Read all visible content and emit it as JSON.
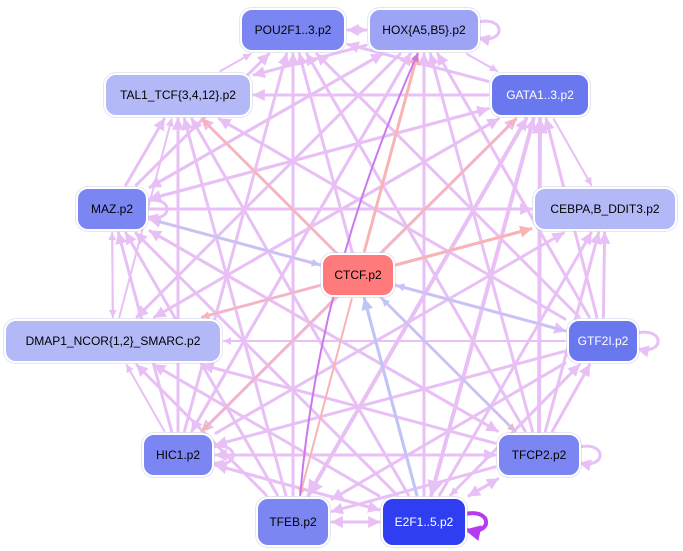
{
  "nodes": [
    {
      "id": "pou2f1",
      "label": "POU2F1..3.p2",
      "fill": "#7b86f2",
      "text": "#000000"
    },
    {
      "id": "hox",
      "label": "HOX{A5,B5}.p2",
      "fill": "#9da4f5",
      "text": "#000000"
    },
    {
      "id": "tal1",
      "label": "TAL1_TCF{3,4,12}.p2",
      "fill": "#b3b8f7",
      "text": "#000000"
    },
    {
      "id": "gata1",
      "label": "GATA1..3.p2",
      "fill": "#6a78f0",
      "text": "#ffffff"
    },
    {
      "id": "maz",
      "label": "MAZ.p2",
      "fill": "#7b86f2",
      "text": "#000000"
    },
    {
      "id": "cebpa",
      "label": "CEBPA,B_DDIT3.p2",
      "fill": "#b3b8f7",
      "text": "#000000"
    },
    {
      "id": "ctcf",
      "label": "CTCF.p2",
      "fill": "#ff7a7a",
      "text": "#000000"
    },
    {
      "id": "dmap1",
      "label": "DMAP1_NCOR{1,2}_SMARC.p2",
      "fill": "#b3b8f7",
      "text": "#000000"
    },
    {
      "id": "gtf2i",
      "label": "GTF2I.p2",
      "fill": "#6a78f0",
      "text": "#ffffff"
    },
    {
      "id": "hic1",
      "label": "HIC1.p2",
      "fill": "#7b86f2",
      "text": "#000000"
    },
    {
      "id": "tfcp2",
      "label": "TFCP2.p2",
      "fill": "#7b86f2",
      "text": "#000000"
    },
    {
      "id": "tfeb",
      "label": "TFEB.p2",
      "fill": "#7b86f2",
      "text": "#000000"
    },
    {
      "id": "e2f1",
      "label": "E2F1..5.p2",
      "fill": "#2f3ef0",
      "text": "#ffffff"
    }
  ],
  "colors": {
    "edge_pink": "#e8c0f5",
    "edge_salmon": "#f8b4b4",
    "edge_blue": "#bfc6f5",
    "edge_violet": "#cc77ee",
    "self_loop": "#b63cf0"
  },
  "edges": [
    {
      "from": "hox",
      "to": "pou2f1",
      "color": "edge_pink",
      "w": 3
    },
    {
      "from": "pou2f1",
      "to": "hox",
      "color": "edge_pink",
      "w": 2
    },
    {
      "from": "gata1",
      "to": "tal1",
      "color": "edge_pink",
      "w": 3
    },
    {
      "from": "gata1",
      "to": "pou2f1",
      "color": "edge_pink",
      "w": 3
    },
    {
      "from": "gata1",
      "to": "maz",
      "color": "edge_pink",
      "w": 3
    },
    {
      "from": "gata1",
      "to": "dmap1",
      "color": "edge_pink",
      "w": 3
    },
    {
      "from": "gata1",
      "to": "hic1",
      "color": "edge_pink",
      "w": 3
    },
    {
      "from": "gata1",
      "to": "tfeb",
      "color": "edge_pink",
      "w": 4
    },
    {
      "from": "gata1",
      "to": "e2f1",
      "color": "edge_pink",
      "w": 4
    },
    {
      "from": "gata1",
      "to": "cebpa",
      "color": "edge_pink",
      "w": 2
    },
    {
      "from": "hox",
      "to": "gata1",
      "color": "edge_pink",
      "w": 2
    },
    {
      "from": "hox",
      "to": "tal1",
      "color": "edge_pink",
      "w": 3
    },
    {
      "from": "hox",
      "to": "maz",
      "color": "edge_pink",
      "w": 3
    },
    {
      "from": "hox",
      "to": "dmap1",
      "color": "edge_pink",
      "w": 3
    },
    {
      "from": "hox",
      "to": "hic1",
      "color": "edge_pink",
      "w": 3
    },
    {
      "from": "tal1",
      "to": "pou2f1",
      "color": "edge_pink",
      "w": 2
    },
    {
      "from": "maz",
      "to": "tal1",
      "color": "edge_pink",
      "w": 3
    },
    {
      "from": "maz",
      "to": "pou2f1",
      "color": "edge_pink",
      "w": 3
    },
    {
      "from": "maz",
      "to": "hox",
      "color": "edge_pink",
      "w": 3
    },
    {
      "from": "maz",
      "to": "cebpa",
      "color": "edge_pink",
      "w": 3
    },
    {
      "from": "maz",
      "to": "gtf2i",
      "color": "edge_pink",
      "w": 3
    },
    {
      "from": "maz",
      "to": "tfcp2",
      "color": "edge_pink",
      "w": 3
    },
    {
      "from": "maz",
      "to": "dmap1",
      "color": "edge_pink",
      "w": 2
    },
    {
      "from": "maz",
      "to": "gata1",
      "color": "edge_pink",
      "w": 3
    },
    {
      "from": "dmap1",
      "to": "tal1",
      "color": "edge_pink",
      "w": 2
    },
    {
      "from": "dmap1",
      "to": "maz",
      "color": "edge_pink",
      "w": 2
    },
    {
      "from": "dmap1",
      "to": "cebpa",
      "color": "edge_pink",
      "w": 3
    },
    {
      "from": "dmap1",
      "to": "gata1",
      "color": "edge_pink",
      "w": 3
    },
    {
      "from": "gtf2i",
      "to": "dmap1",
      "color": "edge_pink",
      "w": 2
    },
    {
      "from": "gtf2i",
      "to": "cebpa",
      "color": "edge_pink",
      "w": 3
    },
    {
      "from": "gtf2i",
      "to": "gata1",
      "color": "edge_pink",
      "w": 3
    },
    {
      "from": "gtf2i",
      "to": "hox",
      "color": "edge_pink",
      "w": 3
    },
    {
      "from": "gtf2i",
      "to": "pou2f1",
      "color": "edge_pink",
      "w": 3
    },
    {
      "from": "gtf2i",
      "to": "tal1",
      "color": "edge_pink",
      "w": 3
    },
    {
      "from": "gtf2i",
      "to": "hic1",
      "color": "edge_pink",
      "w": 3
    },
    {
      "from": "gtf2i",
      "to": "tfeb",
      "color": "edge_pink",
      "w": 3
    },
    {
      "from": "gtf2i",
      "to": "e2f1",
      "color": "edge_pink",
      "w": 2
    },
    {
      "from": "gtf2i",
      "to": "maz",
      "color": "edge_pink",
      "w": 3
    },
    {
      "from": "tfcp2",
      "to": "gtf2i",
      "color": "edge_pink",
      "w": 3
    },
    {
      "from": "tfcp2",
      "to": "cebpa",
      "color": "edge_pink",
      "w": 3
    },
    {
      "from": "tfcp2",
      "to": "gata1",
      "color": "edge_pink",
      "w": 4
    },
    {
      "from": "tfcp2",
      "to": "hox",
      "color": "edge_pink",
      "w": 3
    },
    {
      "from": "tfcp2",
      "to": "pou2f1",
      "color": "edge_pink",
      "w": 3
    },
    {
      "from": "tfcp2",
      "to": "tal1",
      "color": "edge_pink",
      "w": 3
    },
    {
      "from": "tfcp2",
      "to": "maz",
      "color": "edge_pink",
      "w": 3
    },
    {
      "from": "tfcp2",
      "to": "dmap1",
      "color": "edge_pink",
      "w": 3
    },
    {
      "from": "tfcp2",
      "to": "hic1",
      "color": "edge_pink",
      "w": 3
    },
    {
      "from": "tfcp2",
      "to": "tfeb",
      "color": "edge_pink",
      "w": 3
    },
    {
      "from": "tfcp2",
      "to": "e2f1",
      "color": "edge_pink",
      "w": 3
    },
    {
      "from": "hic1",
      "to": "tfcp2",
      "color": "edge_pink",
      "w": 3
    },
    {
      "from": "hic1",
      "to": "tal1",
      "color": "edge_pink",
      "w": 3
    },
    {
      "from": "hic1",
      "to": "pou2f1",
      "color": "edge_pink",
      "w": 3
    },
    {
      "from": "hic1",
      "to": "hox",
      "color": "edge_pink",
      "w": 3
    },
    {
      "from": "hic1",
      "to": "maz",
      "color": "edge_pink",
      "w": 3
    },
    {
      "from": "hic1",
      "to": "dmap1",
      "color": "edge_pink",
      "w": 2
    },
    {
      "from": "hic1",
      "to": "cebpa",
      "color": "edge_pink",
      "w": 3
    },
    {
      "from": "hic1",
      "to": "gata1",
      "color": "edge_pink",
      "w": 3
    },
    {
      "from": "hic1",
      "to": "e2f1",
      "color": "edge_pink",
      "w": 3
    },
    {
      "from": "tfeb",
      "to": "tal1",
      "color": "edge_pink",
      "w": 3
    },
    {
      "from": "tfeb",
      "to": "pou2f1",
      "color": "edge_pink",
      "w": 3
    },
    {
      "from": "tfeb",
      "to": "maz",
      "color": "edge_pink",
      "w": 3
    },
    {
      "from": "tfeb",
      "to": "dmap1",
      "color": "edge_pink",
      "w": 3
    },
    {
      "from": "tfeb",
      "to": "e2f1",
      "color": "edge_pink",
      "w": 3
    },
    {
      "from": "tfeb",
      "to": "gata1",
      "color": "edge_pink",
      "w": 3
    },
    {
      "from": "e2f1",
      "to": "tfeb",
      "color": "edge_pink",
      "w": 3
    },
    {
      "from": "e2f1",
      "to": "hic1",
      "color": "edge_pink",
      "w": 3
    },
    {
      "from": "e2f1",
      "to": "maz",
      "color": "edge_pink",
      "w": 3
    },
    {
      "from": "e2f1",
      "to": "dmap1",
      "color": "edge_pink",
      "w": 3
    },
    {
      "from": "e2f1",
      "to": "hox",
      "color": "edge_pink",
      "w": 3
    },
    {
      "from": "e2f1",
      "to": "gata1",
      "color": "edge_pink",
      "w": 3
    },
    {
      "from": "e2f1",
      "to": "tfcp2",
      "color": "edge_pink",
      "w": 3
    },
    {
      "from": "e2f1",
      "to": "gtf2i",
      "color": "edge_pink",
      "w": 3
    },
    {
      "from": "e2f1",
      "to": "cebpa",
      "color": "edge_pink",
      "w": 3
    },
    {
      "from": "e2f1",
      "to": "tal1",
      "color": "edge_pink",
      "w": 3
    },
    {
      "from": "e2f1",
      "to": "pou2f1",
      "color": "edge_pink",
      "w": 3
    },
    {
      "from": "ctcf",
      "to": "tal1",
      "color": "edge_salmon",
      "w": 2
    },
    {
      "from": "ctcf",
      "to": "maz",
      "color": "edge_salmon",
      "w": 2
    },
    {
      "from": "ctcf",
      "to": "hox",
      "color": "edge_salmon",
      "w": 3
    },
    {
      "from": "ctcf",
      "to": "gata1",
      "color": "edge_salmon",
      "w": 2
    },
    {
      "from": "ctcf",
      "to": "cebpa",
      "color": "edge_salmon",
      "w": 3
    },
    {
      "from": "ctcf",
      "to": "dmap1",
      "color": "edge_salmon",
      "w": 2
    },
    {
      "from": "ctcf",
      "to": "hic1",
      "color": "edge_salmon",
      "w": 2
    },
    {
      "from": "ctcf",
      "to": "tfeb",
      "color": "edge_salmon",
      "w": 2
    },
    {
      "from": "ctcf",
      "to": "tfcp2",
      "color": "edge_salmon",
      "w": 2
    },
    {
      "from": "maz",
      "to": "ctcf",
      "color": "edge_blue",
      "w": 2
    },
    {
      "from": "gtf2i",
      "to": "ctcf",
      "color": "edge_blue",
      "w": 2
    },
    {
      "from": "e2f1",
      "to": "ctcf",
      "color": "edge_blue",
      "w": 3
    },
    {
      "from": "tfcp2",
      "to": "ctcf",
      "color": "edge_blue",
      "w": 2
    },
    {
      "from": "tfeb",
      "to": "hox",
      "color": "edge_violet",
      "w": 2,
      "curve": true
    }
  ],
  "self_loops": [
    {
      "node": "hox",
      "color": "edge_pink",
      "w": 3
    },
    {
      "node": "maz",
      "color": "edge_pink",
      "w": 3
    },
    {
      "node": "gtf2i",
      "color": "edge_pink",
      "w": 3
    },
    {
      "node": "hic1",
      "color": "edge_pink",
      "w": 3
    },
    {
      "node": "tfcp2",
      "color": "edge_pink",
      "w": 3
    },
    {
      "node": "e2f1",
      "color": "self_loop",
      "w": 4
    }
  ]
}
